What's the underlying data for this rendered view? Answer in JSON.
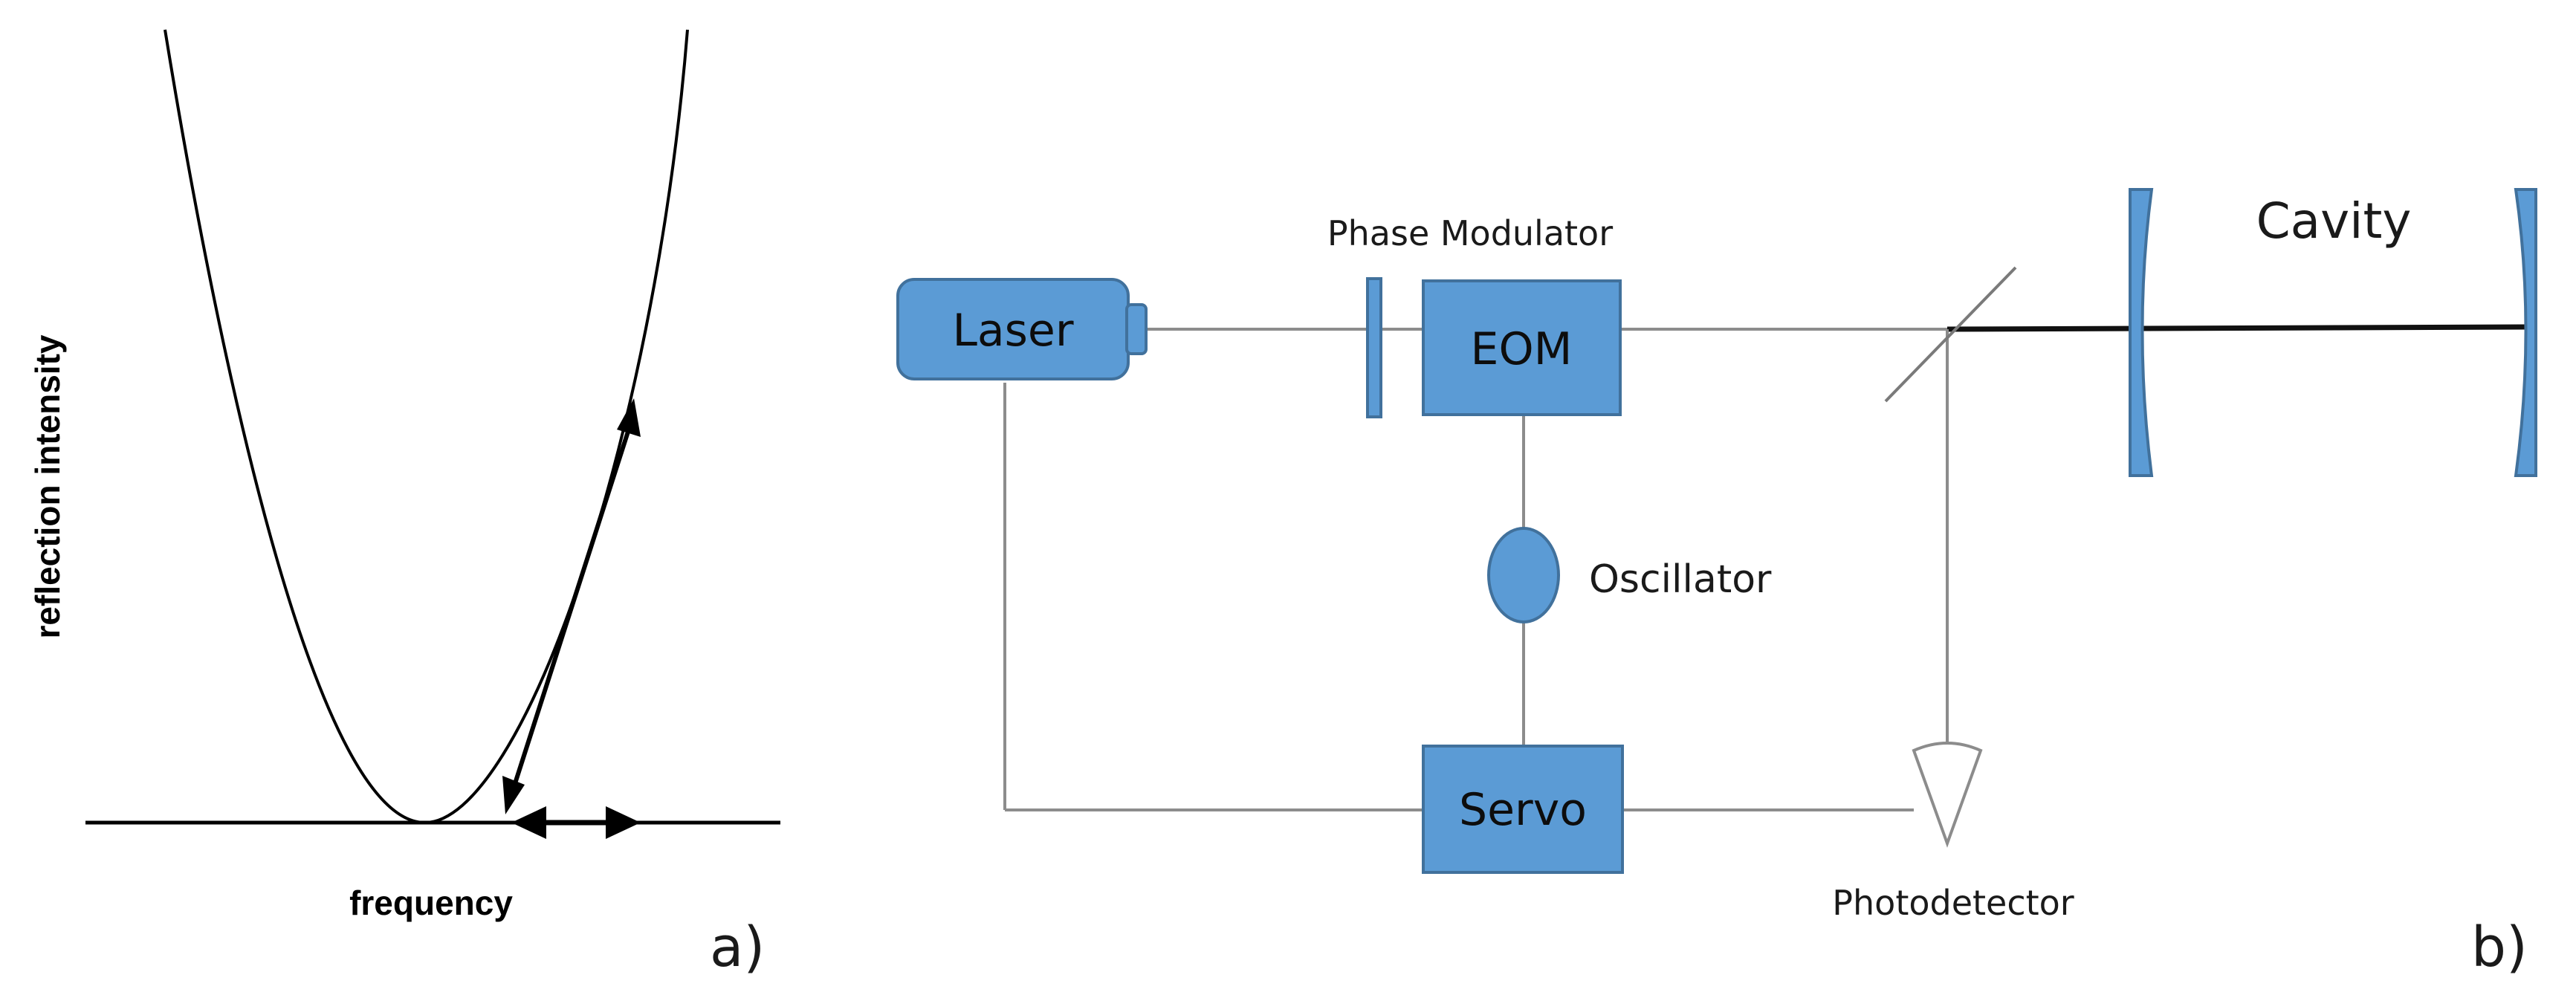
{
  "panel_a": {
    "y_label": "reflection intensity",
    "x_label": "frequency",
    "panel_letter": "a)"
  },
  "panel_b": {
    "laser": "Laser",
    "eom": "EOM",
    "phase_modulator": "Phase Modulator",
    "oscillator": "Oscillator",
    "servo": "Servo",
    "photodetector": "Photodetector",
    "cavity": "Cavity",
    "panel_letter": "b)"
  },
  "colors": {
    "component_fill": "#5b9bd5",
    "component_stroke": "#41719c",
    "wire": "#8c8c8c"
  }
}
